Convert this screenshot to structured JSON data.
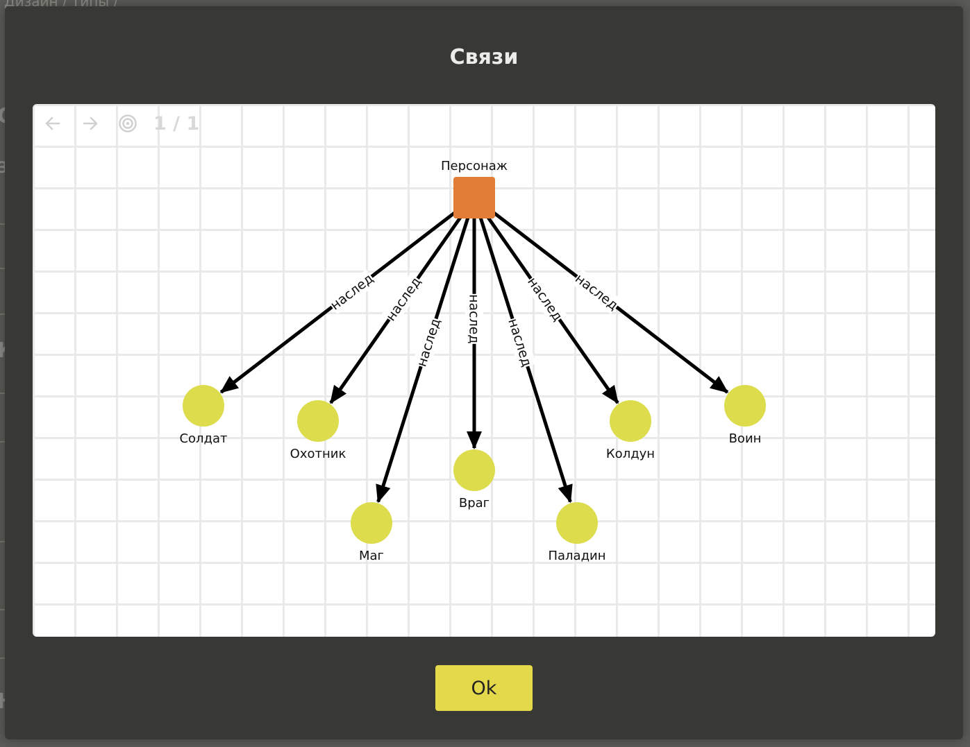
{
  "background": {
    "breadcrumb": "Дизайн / Типы /",
    "fragments": [
      "С",
      "З",
      "К",
      "Н"
    ]
  },
  "dialog": {
    "title": "Связи",
    "ok_label": "Ok"
  },
  "toolbar": {
    "icons": [
      "arrow-left-icon",
      "arrow-right-icon",
      "target-icon"
    ],
    "page_counter": "1 / 1"
  },
  "graph": {
    "root": {
      "label": "Персонаж",
      "shape": "square",
      "color": "#e27d37"
    },
    "child_color": "#dddc4c",
    "edge_color": "#000000",
    "edge_label": "наслед",
    "children": [
      "Солдат",
      "Охотник",
      "Маг",
      "Враг",
      "Паладин",
      "Колдун",
      "Воин"
    ]
  },
  "colors": {
    "modal_bg": "#383834",
    "panel_bg": "#ffffff",
    "grid": "#e9e9e9",
    "button": "#e4d94a"
  }
}
